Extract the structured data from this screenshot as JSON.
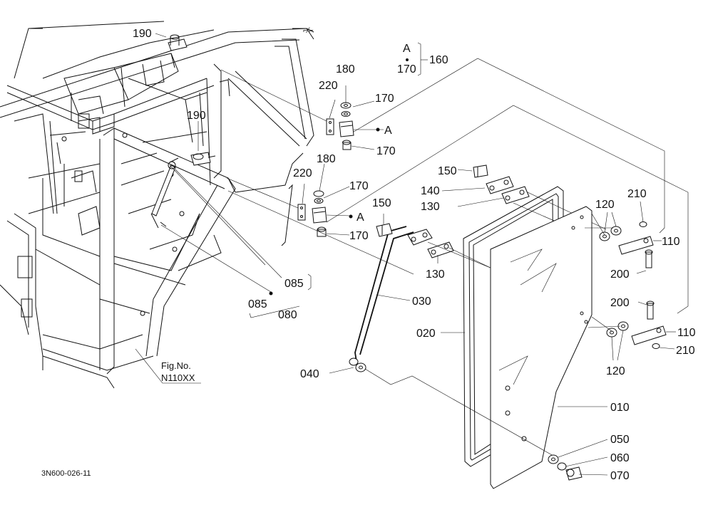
{
  "drawing_code": "3N600-026-11",
  "fig_ref": {
    "line1": "Fig.No.",
    "line2": "N110XX"
  },
  "part_numbers": {
    "p010": "010",
    "p020": "020",
    "p030": "030",
    "p040": "040",
    "p050": "050",
    "p060": "060",
    "p070": "070",
    "p080": "080",
    "p085": "085",
    "p110": "110",
    "p120": "120",
    "p130": "130",
    "p140": "140",
    "p150": "150",
    "p160": "160",
    "p170": "170",
    "p180": "180",
    "p190": "190",
    "p200": "200",
    "p210": "210",
    "p220": "220"
  },
  "ref_mark": "A"
}
